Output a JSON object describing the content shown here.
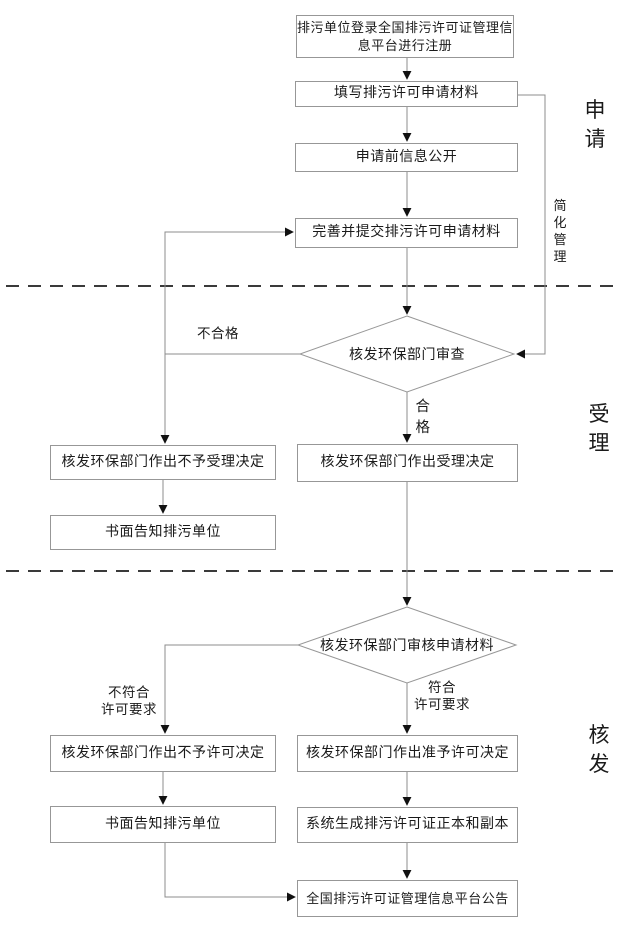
{
  "flowchart": {
    "phases": {
      "apply": "申\n请",
      "accept": "受\n理",
      "issue": "核\n发"
    },
    "nodes": {
      "register": "排污单位登录全国排污许可证管理信息平台进行注册",
      "fill": "填写排污许可申请材料",
      "publicity": "申请前信息公开",
      "submit": "完善并提交排污许可申请材料",
      "review": "核发环保部门审查",
      "no_accept": "核发环保部门作出不予受理决定",
      "notify1": "书面告知排污单位",
      "accepted": "核发环保部门作出受理决定",
      "examine": "核发环保部门审核申请材料",
      "no_permit": "核发环保部门作出不予许可决定",
      "notify2": "书面告知排污单位",
      "grant": "核发环保部门作出准予许可决定",
      "generate": "系统生成排污许可证正本和副本",
      "announce": "全国排污许可证管理信息平台公告"
    },
    "edge_labels": {
      "simplified": "简\n化\n管\n理",
      "fail": "不合格",
      "pass": "合\n格",
      "not_meet": "不符合\n许可要求",
      "meet": "符合\n许可要求"
    },
    "colors": {
      "line": "#8c8c8c",
      "box_border": "#979797",
      "divider": "#3a3a3a",
      "arrow": "#111111",
      "text": "#1a1a1a",
      "background": "#ffffff"
    }
  }
}
